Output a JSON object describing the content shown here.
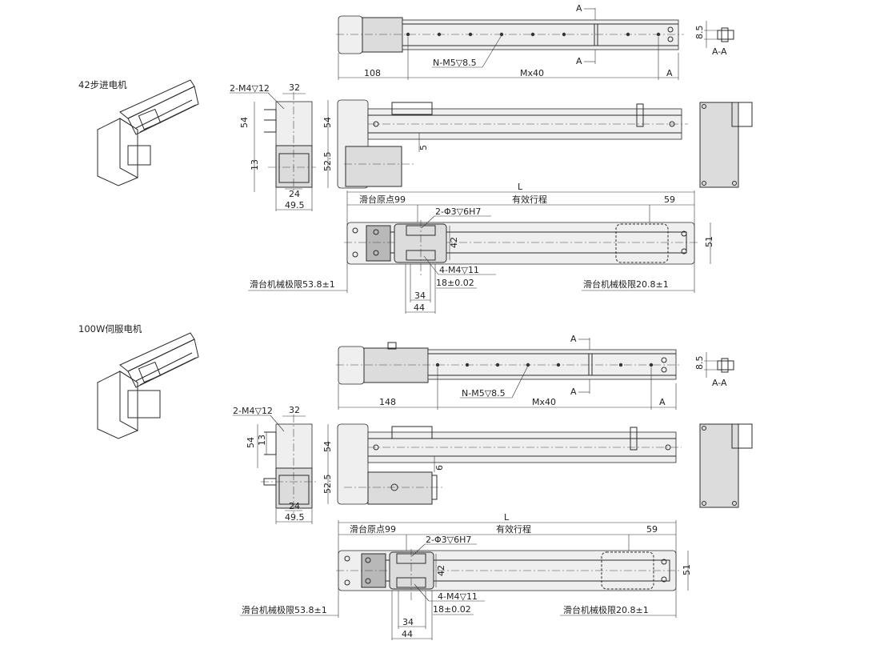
{
  "sections": [
    {
      "id": "stepper",
      "motor_label": "42步进电机",
      "top_view": {
        "motor_len": "108",
        "pitch_label": "Mx40",
        "end_label": "A",
        "holes_label": "N-M5",
        "holes_depth": "8.5"
      },
      "section_view": {
        "cut_marker": "A",
        "height_label": "8.5",
        "title": "A-A"
      },
      "end_view": {
        "mount_label": "2-M4",
        "mount_depth": "12",
        "width_top": "32",
        "height_upper": "54",
        "offset": "13",
        "width_mid": "24",
        "width_bottom": "49.5"
      },
      "front_view": {
        "height_upper": "54",
        "height_lower": "52.5",
        "gap": "5"
      },
      "plan_view": {
        "total_len": "L",
        "home_label": "滑台原点99",
        "stroke_label": "有效行程",
        "end_len": "59",
        "pin_label": "2-Φ3",
        "pin_depth": "6H7",
        "carriage_h": "42",
        "width": "51",
        "tap_label": "4-M4",
        "tap_depth": "11",
        "spacing": "18±0.02",
        "limit_left": "滑台机械极限53.8±1",
        "limit_right": "滑台机械极限20.8±1",
        "w34": "34",
        "w44": "44"
      }
    },
    {
      "id": "servo",
      "motor_label": "100W伺服电机",
      "top_view": {
        "motor_len": "148",
        "pitch_label": "Mx40",
        "end_label": "A",
        "holes_label": "N-M5",
        "holes_depth": "8.5"
      },
      "section_view": {
        "cut_marker": "A",
        "height_label": "8.5",
        "title": "A-A"
      },
      "end_view": {
        "mount_label": "2-M4",
        "mount_depth": "12",
        "width_top": "32",
        "height_upper": "54",
        "offset": "13",
        "width_mid": "24",
        "width_bottom": "49.5"
      },
      "front_view": {
        "height_upper": "54",
        "height_lower": "52.5",
        "gap": "6"
      },
      "plan_view": {
        "total_len": "L",
        "home_label": "滑台原点99",
        "stroke_label": "有效行程",
        "end_len": "59",
        "pin_label": "2-Φ3",
        "pin_depth": "6H7",
        "carriage_h": "42",
        "width": "51",
        "tap_label": "4-M4",
        "tap_depth": "11",
        "spacing": "18±0.02",
        "limit_left": "滑台机械极限53.8±1",
        "limit_right": "滑台机械极限20.8±1",
        "w34": "34",
        "w44": "44"
      }
    }
  ],
  "depth_symbol": "▽"
}
